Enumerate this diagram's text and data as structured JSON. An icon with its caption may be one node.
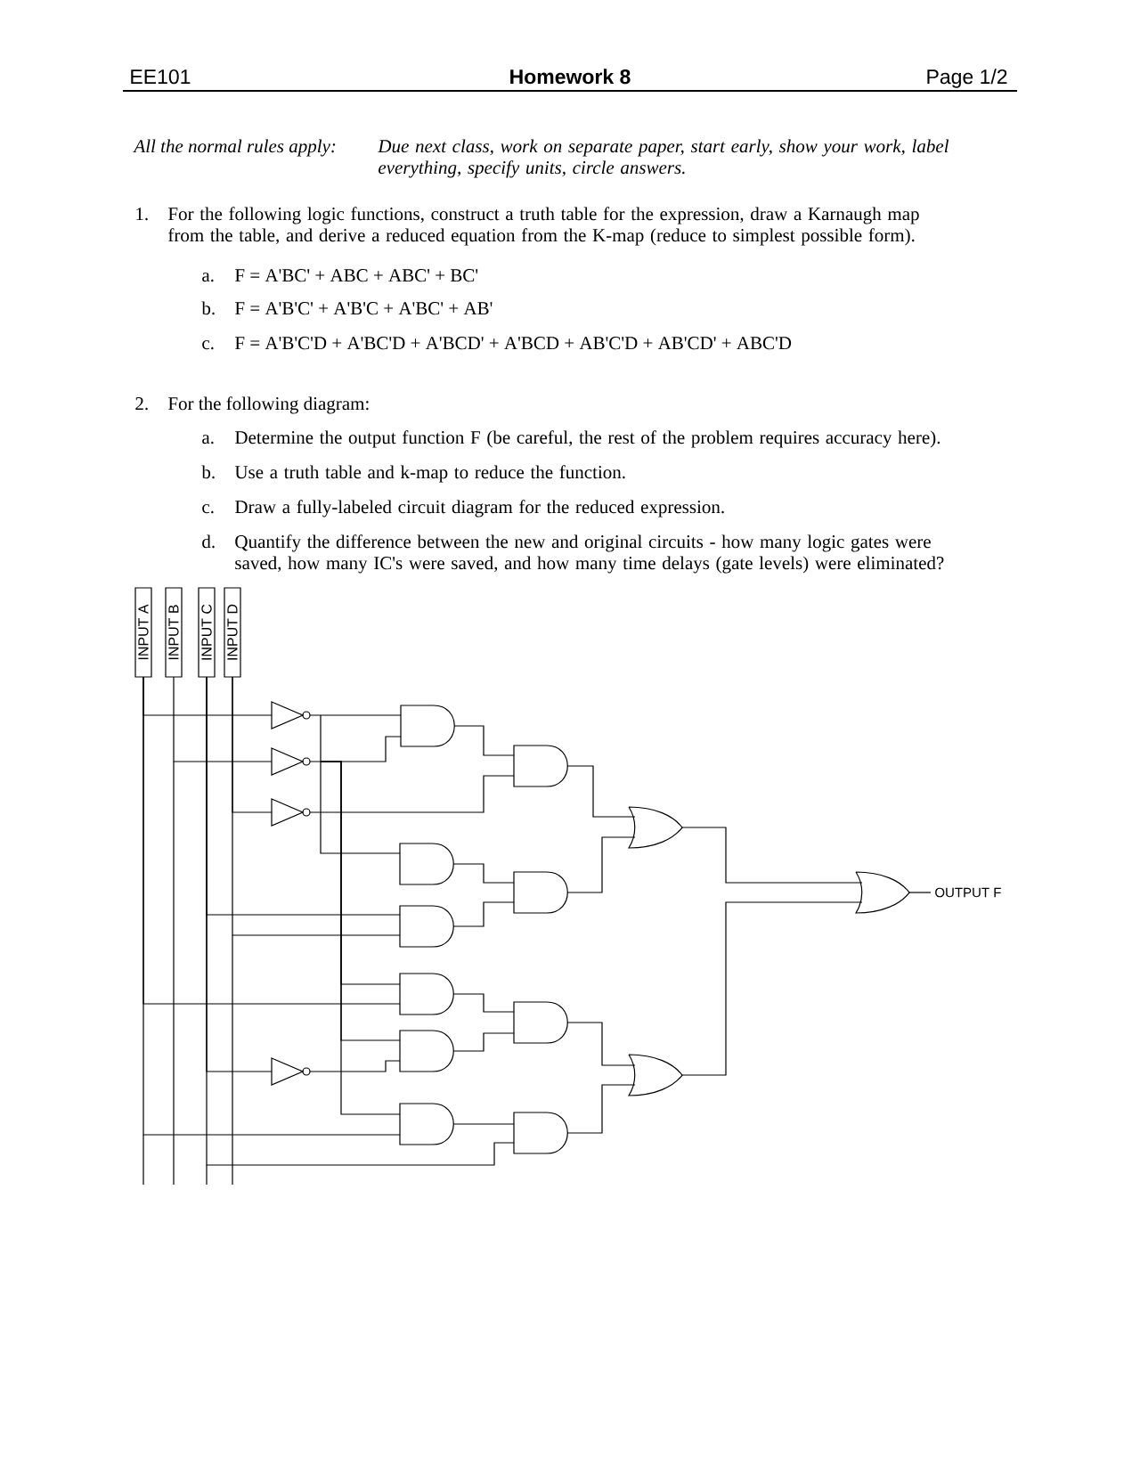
{
  "diagram": {
    "title": "Homework 8",
    "nodes": [
      {
        "text": [
          "INPUT A"
        ]
      },
      {
        "text": [
          "INPUT B"
        ]
      },
      {
        "text": [
          "INPUT C"
        ]
      },
      {
        "text": [
          "INPUT D"
        ]
      },
      {
        "text": [],
        "shape": "triangle"
      },
      {
        "text": [],
        "shape": "triangle"
      },
      {
        "text": [],
        "shape": "triangle"
      },
      {
        "text": [],
        "shape": "triangle"
      },
      {
        "text": [],
        "shape": "and-gate"
      },
      {
        "text": [],
        "shape": "and-gate"
      },
      {
        "text": [],
        "shape": "and-gate"
      },
      {
        "text": [],
        "shape": "and-gate"
      },
      {
        "text": [],
        "shape": "and-gate"
      },
      {
        "text": [],
        "shape": "and-gate"
      },
      {
        "text": [],
        "shape": "and-gate"
      },
      {
        "text": [],
        "shape": "and-gate"
      },
      {
        "text": [],
        "shape": "and-gate"
      },
      {
        "text": [],
        "shape": "and-gate"
      },
      {
        "text": [],
        "shape": "or-gate"
      },
      {
        "text": [],
        "shape": "or-gate"
      },
      {
        "text": [],
        "shape": "or-gate"
      },
      {
        "text": [
          "OUTPUT F"
        ]
      }
    ],
    "edges": [
      {
        "from": 0,
        "to": 4,
        "arrow": "none"
      },
      {
        "from": 0,
        "to": 11,
        "arrow": "none"
      },
      {
        "from": 0,
        "to": 13,
        "arrow": "none"
      },
      {
        "from": 1,
        "to": 5,
        "arrow": "none"
      },
      {
        "from": 2,
        "to": 10,
        "arrow": "none"
      },
      {
        "from": 2,
        "to": 7,
        "arrow": "none"
      },
      {
        "from": 2,
        "to": 17,
        "arrow": "none"
      },
      {
        "from": 3,
        "to": 6,
        "arrow": "none"
      },
      {
        "from": 3,
        "to": 10,
        "arrow": "none"
      },
      {
        "from": 4,
        "to": 8,
        "arrow": "none"
      },
      {
        "from": 4,
        "to": 9,
        "arrow": "none"
      },
      {
        "from": 5,
        "to": 8,
        "arrow": "none"
      },
      {
        "from": 5,
        "to": 11,
        "arrow": "none"
      },
      {
        "from": 5,
        "to": 12,
        "arrow": "none"
      },
      {
        "from": 5,
        "to": 13,
        "arrow": "none"
      },
      {
        "from": 6,
        "to": 14,
        "arrow": "none"
      },
      {
        "from": 7,
        "to": 12,
        "arrow": "none"
      },
      {
        "from": 8,
        "to": 14,
        "arrow": "none"
      },
      {
        "from": 9,
        "to": 15,
        "arrow": "none"
      },
      {
        "from": 10,
        "to": 15,
        "arrow": "none"
      },
      {
        "from": 11,
        "to": 16,
        "arrow": "none"
      },
      {
        "from": 12,
        "to": 16,
        "arrow": "none"
      },
      {
        "from": 13,
        "to": 17,
        "arrow": "none"
      },
      {
        "from": 14,
        "to": 18,
        "arrow": "none"
      },
      {
        "from": 15,
        "to": 18,
        "arrow": "none"
      },
      {
        "from": 16,
        "to": 19,
        "arrow": "none"
      },
      {
        "from": 17,
        "to": 19,
        "arrow": "none"
      },
      {
        "from": 18,
        "to": 20,
        "arrow": "none"
      },
      {
        "from": 19,
        "to": 20,
        "arrow": "none"
      },
      {
        "from": 20,
        "to": 21,
        "arrow": "none"
      }
    ],
    "labels": [
      "EE101",
      "Page 1/2",
      "All the normal rules apply:",
      "Due next class, work on separate paper, start early, show your work, label everything, specify units, circle answers.",
      "1.",
      "For the following logic functions, construct a truth table for the expression, draw a Karnaugh map from the table, and derive a reduced equation from the K-map (reduce to simplest possible form).",
      "a.",
      "F = A'BC' + ABC + ABC' + BC'",
      "b.",
      "F = A'B'C' + A'B'C + A'BC' + AB'",
      "c.",
      "F = A'B'C'D + A'BC'D + A'BCD' + A'BCD + AB'C'D + AB'CD' + ABC'D",
      "2.",
      "For the following diagram:",
      "a.",
      "Determine the output function F (be careful, the rest of the problem requires accuracy here).",
      "b.",
      "Use a truth table and k-map to reduce the function.",
      "c.",
      "Draw a fully-labeled circuit diagram for the reduced expression.",
      "d.",
      "Quantify the difference between the new and original circuits - how many logic gates were saved, how many IC's were saved, and how many time delays (gate levels) were eliminated?"
    ]
  }
}
